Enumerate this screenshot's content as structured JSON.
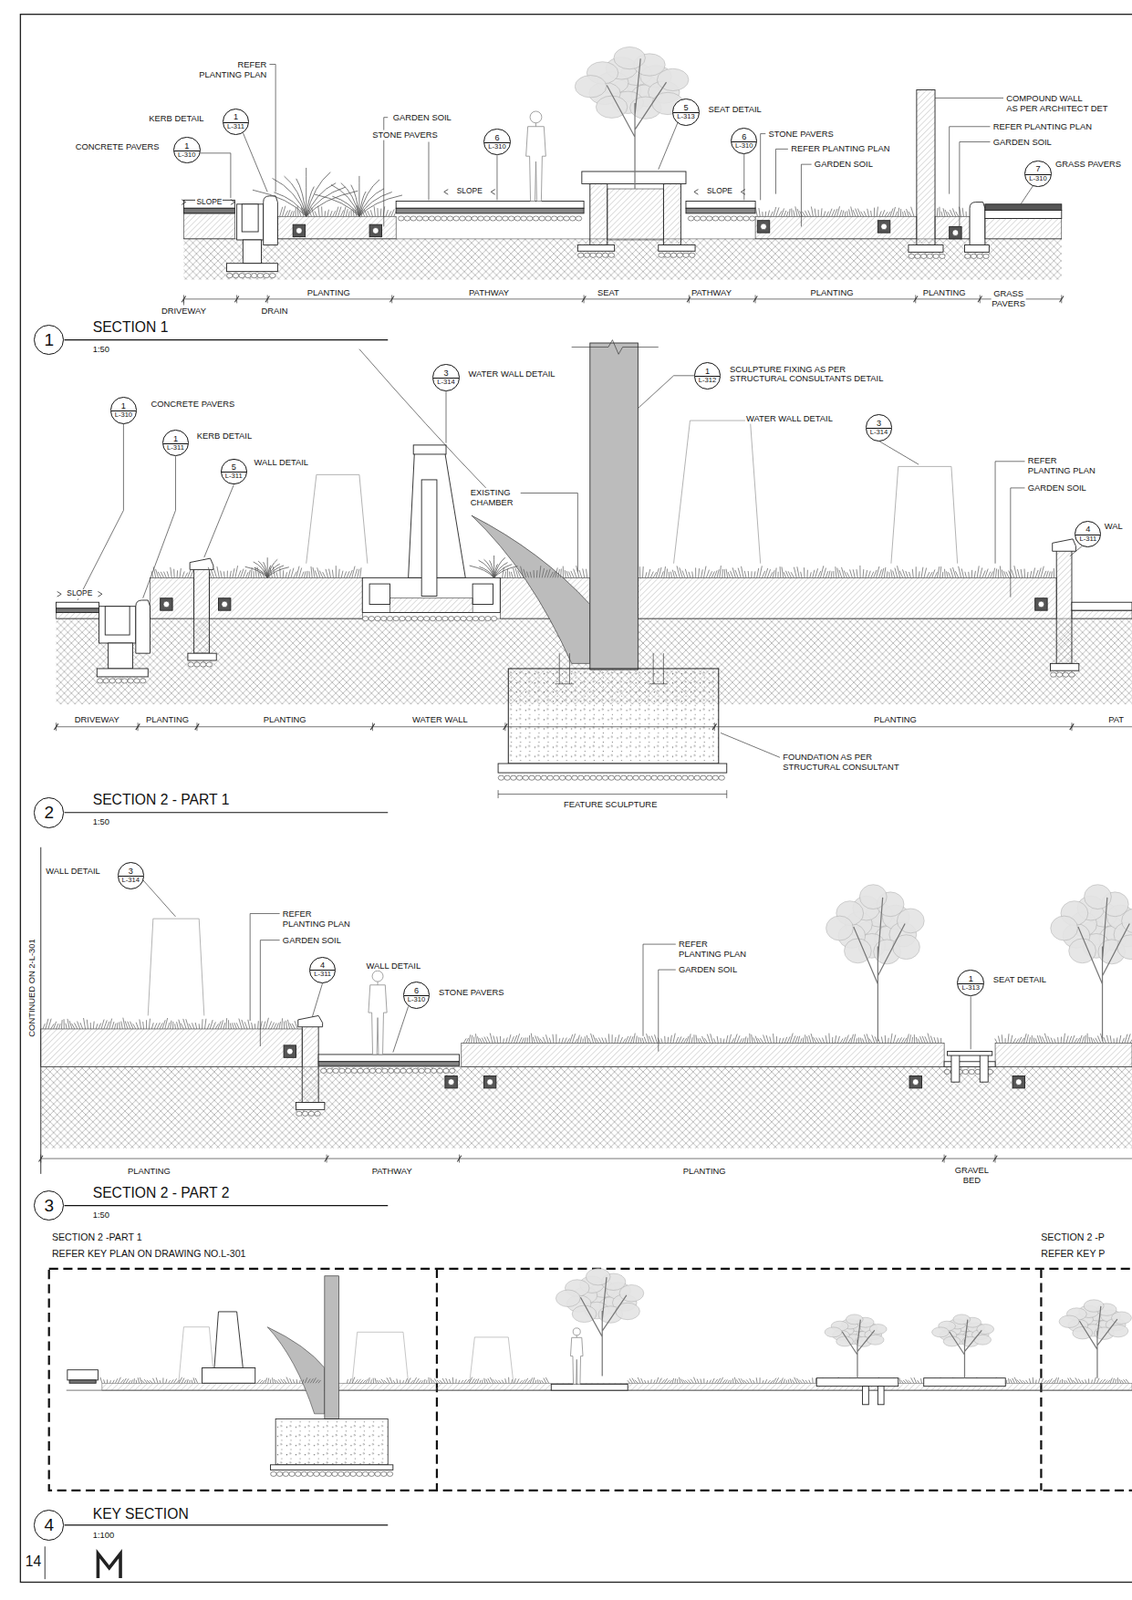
{
  "diagram": {
    "nodes": [
      {
        "text": [
          "1",
          "L-311"
        ]
      },
      {
        "text": [
          "1",
          "L-310"
        ]
      },
      {
        "text": [
          "6",
          "L-310"
        ]
      },
      {
        "text": [
          "5",
          "L-313"
        ]
      },
      {
        "text": [
          "6",
          "L-310"
        ]
      },
      {
        "text": [
          "7",
          "L-310"
        ]
      },
      {
        "text": [
          "1"
        ]
      },
      {
        "text": [
          "1",
          "L-310"
        ]
      },
      {
        "text": [
          "1",
          "L-311"
        ]
      },
      {
        "text": [
          "5",
          "L-311"
        ]
      },
      {
        "text": [
          "3",
          "L-314"
        ]
      },
      {
        "text": [
          "1",
          "L-312"
        ]
      },
      {
        "text": [
          "3",
          "L-314"
        ]
      },
      {
        "text": [
          "4",
          "L-311"
        ]
      },
      {
        "text": [
          "2"
        ]
      },
      {
        "text": [
          "3",
          "L-314"
        ]
      },
      {
        "text": [
          "4",
          "L-311"
        ]
      },
      {
        "text": [
          "6",
          "L-310"
        ]
      },
      {
        "text": [
          "1",
          "L-313"
        ]
      },
      {
        "text": [
          "3"
        ]
      },
      {
        "text": [
          "4"
        ]
      }
    ],
    "labels": [
      "REFER PLANTING PLAN",
      "KERB DETAIL",
      "CONCRETE PAVERS",
      "GARDEN SOIL",
      "STONE PAVERS",
      "SEAT DETAIL",
      "STONE PAVERS",
      "REFER PLANTING PLAN",
      "GARDEN SOIL",
      "COMPOUND WALL AS PER ARCHITECT DET",
      "REFER PLANTING PLAN",
      "GARDEN SOIL",
      "GRASS PAVERS",
      "SLOPE",
      "SLOPE",
      "SLOPE",
      "DRIVEWAY",
      "DRAIN",
      "PLANTING",
      "PATHWAY",
      "SEAT",
      "PATHWAY",
      "PLANTING",
      "PLANTING",
      "GRASS PAVERS",
      "SECTION 1",
      "1:50",
      "CONCRETE PAVERS",
      "KERB DETAIL",
      "WALL DETAIL",
      "WATER WALL DETAIL",
      "EXISTING CHAMBER",
      "SCULPTURE FIXING AS PER STRUCTURAL CONSULTANTS DETAIL",
      "WATER WALL DETAIL",
      "REFER PLANTING PLAN",
      "GARDEN SOIL",
      "WAL",
      "SLOPE",
      "DRIVEWAY",
      "PLANTING",
      "PLANTING",
      "WATER WALL",
      "PLANTING",
      "PAT",
      "FOUNDATION AS PER STRUCTURAL CONSULTANT",
      "FEATURE SCULPTURE",
      "SECTION 2 - PART 1",
      "1:50",
      "WALL DETAIL",
      "REFER PLANTING PLAN",
      "GARDEN SOIL",
      "WALL DETAIL",
      "STONE PAVERS",
      "REFER PLANTING PLAN",
      "GARDEN SOIL",
      "SEAT DETAIL",
      "CONTINUED ON 2-L-301",
      "PLANTING",
      "PATHWAY",
      "PLANTING",
      "GRAVEL BED",
      "SECTION 2 - PART 2",
      "1:50",
      "SECTION 2 -PART 1",
      "REFER KEY PLAN ON DRAWING NO.L-301",
      "SECTION 2 -P",
      "REFER KEY P",
      "KEY SECTION",
      "1:100",
      "14"
    ]
  }
}
